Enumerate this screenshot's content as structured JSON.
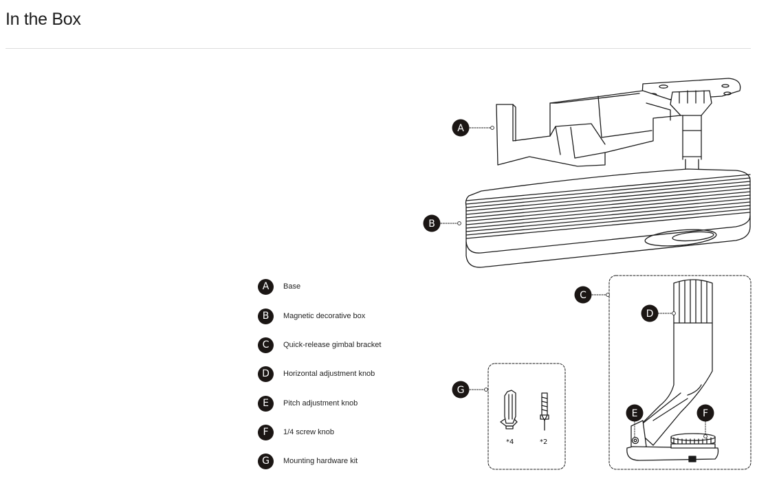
{
  "page": {
    "title": "In the Box"
  },
  "legend": {
    "items": [
      {
        "letter": "A",
        "label": "Base"
      },
      {
        "letter": "B",
        "label": "Magnetic decorative box"
      },
      {
        "letter": "C",
        "label": "Quick-release gimbal bracket"
      },
      {
        "letter": "D",
        "label": "Horizontal adjustment knob"
      },
      {
        "letter": "E",
        "label": "Pitch adjustment knob"
      },
      {
        "letter": "F",
        "label": "1/4 screw knob"
      },
      {
        "letter": "G",
        "label": "Mounting hardware kit"
      }
    ]
  },
  "diagram": {
    "callouts": {
      "a": "A",
      "b": "B",
      "c": "C",
      "d": "D",
      "e": "E",
      "f": "F",
      "g": "G"
    },
    "quantities": {
      "anchor": "*4",
      "screw": "*2"
    }
  },
  "colors": {
    "badge": "#1b1614",
    "line": "#1a1a1a",
    "divider": "#dcdcdc"
  }
}
